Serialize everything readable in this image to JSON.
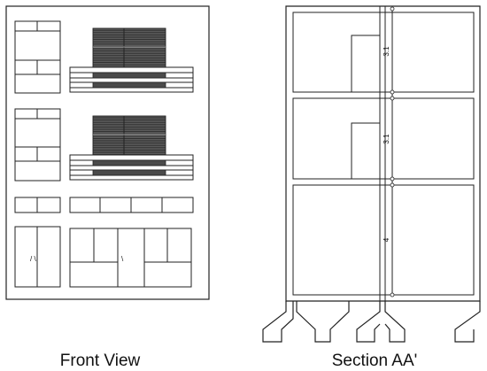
{
  "captions": {
    "front": "Front View",
    "section": "Section AA'"
  },
  "dimensions": {
    "upper": "3.1",
    "middle": "3.1",
    "lower": "4"
  },
  "door_marks": {
    "left": "/ \\",
    "right": "\\"
  },
  "colors": {
    "line": "#222222",
    "shutter": "#4a4a4a"
  }
}
